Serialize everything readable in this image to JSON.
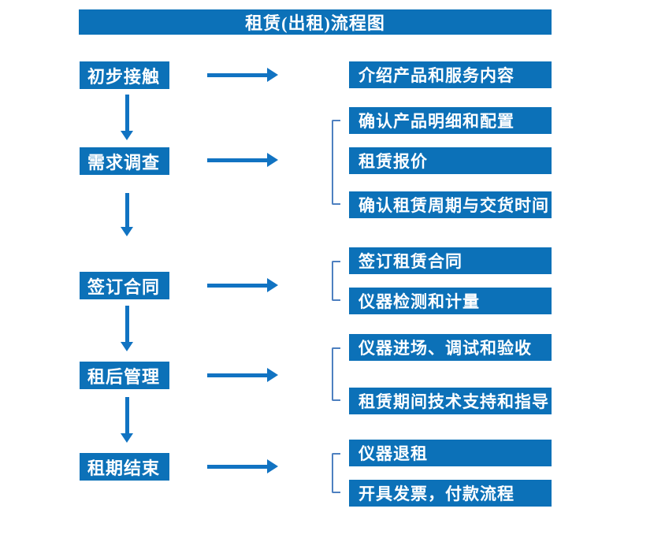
{
  "title": "租赁(出租)流程图",
  "colors": {
    "primary": "#0c71b8",
    "arrow": "#1173c2",
    "bracket": "#4e80c0",
    "box_text": "#ffffff",
    "background": "#ffffff"
  },
  "steps": [
    {
      "label": "初步接触",
      "details": [
        "介绍产品和服务内容"
      ]
    },
    {
      "label": "需求调查",
      "details": [
        "确认产品明细和配置",
        "租赁报价",
        "确认租赁周期与交货时间"
      ]
    },
    {
      "label": "签订合同",
      "details": [
        "签订租赁合同",
        "仪器检测和计量"
      ]
    },
    {
      "label": "租后管理",
      "details": [
        "仪器进场、调试和验收",
        "租赁期间技术支持和指导"
      ]
    },
    {
      "label": "租期结束",
      "details": [
        "仪器退租",
        "开具发票，付款流程"
      ]
    }
  ]
}
